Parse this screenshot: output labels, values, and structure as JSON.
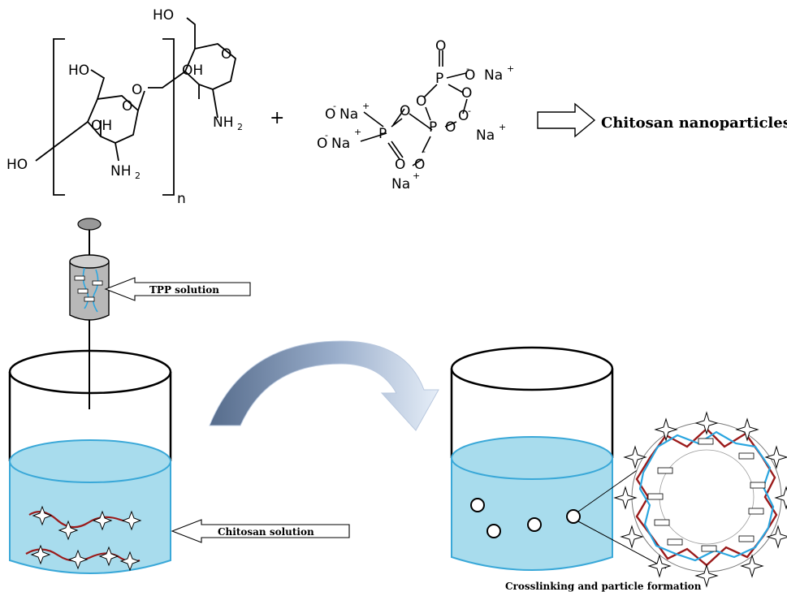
{
  "reaction": {
    "plus": "+",
    "repeat_unit": "n",
    "product": "Chitosan nanoparticles",
    "chitosan_labels": {
      "ho_top": "HO",
      "ho_ring2": "HO",
      "oh_ring2": "OH",
      "oh_ring1": "OH",
      "ho_left": "HO",
      "nh2_ring1": "NH",
      "nh2_ring1_sub": "2",
      "nh2_ring2": "NH",
      "nh2_ring2_sub": "2",
      "ring_o": "O"
    },
    "tpp_labels": {
      "P": "P",
      "O": "O",
      "Na": "Na",
      "plus": "+",
      "minus": "-"
    }
  },
  "process": {
    "tpp_label": "TPP solution",
    "chitosan_label": "Chitosan solution",
    "result_label": "Crosslinking and particle formation"
  },
  "colors": {
    "solution_fill": "#a8dced",
    "solution_stroke": "#3aa8d8",
    "chain_red": "#9b1b1b",
    "chain_blue": "#2ba6e0",
    "syringe_gray": "#b8b8b8",
    "arrow_dark": "#5a7090",
    "arrow_light": "#dce6f4"
  }
}
